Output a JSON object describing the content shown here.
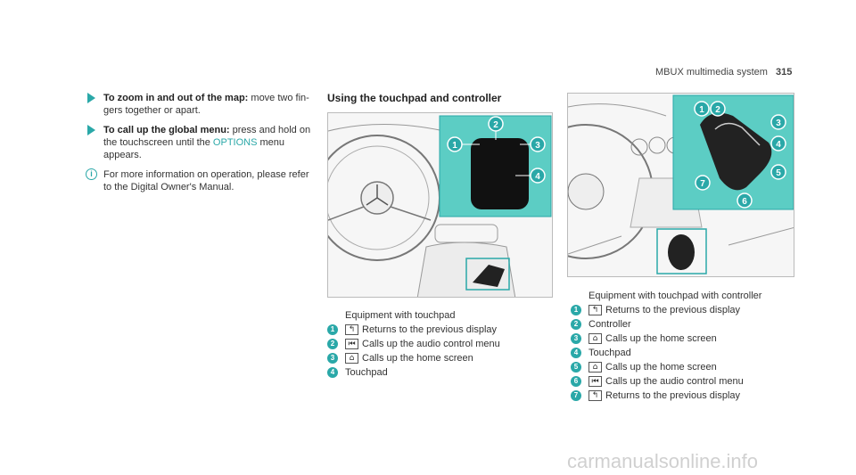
{
  "header": {
    "title": "MBUX multimedia system",
    "page": "315"
  },
  "steps": [
    {
      "bold": "To zoom in and out of the map:",
      "text": " move two fin- gers together or apart."
    },
    {
      "bold": "To call up the global menu:",
      "text_before": " press and hold on the touchscreen until the ",
      "highlight": "OPTIONS",
      "text_after": " menu appears."
    }
  ],
  "info": {
    "icon": "info-icon",
    "text": "For more information on operation, please refer to the Digital Owner's Manual."
  },
  "section_heading": "Using the touchpad and controller",
  "figure1": {
    "callouts": [
      "1",
      "2",
      "3",
      "4"
    ],
    "caption": "Equipment with touchpad",
    "items": [
      {
        "num": "1",
        "symbol": "↰",
        "text": "Returns to the previous display"
      },
      {
        "num": "2",
        "symbol": "⏮",
        "text": "Calls up the audio control menu"
      },
      {
        "num": "3",
        "symbol": "⌂",
        "text": "Calls up the home screen"
      },
      {
        "num": "4",
        "symbol": "",
        "text": "Touchpad"
      }
    ]
  },
  "figure2": {
    "callouts": [
      "1",
      "2",
      "3",
      "4",
      "5",
      "6",
      "7"
    ],
    "caption": "Equipment with touchpad with controller",
    "items": [
      {
        "num": "1",
        "symbol": "↰",
        "text": "Returns to the previous display"
      },
      {
        "num": "2",
        "symbol": "",
        "text": "Controller"
      },
      {
        "num": "3",
        "symbol": "⌂",
        "text": "Calls up the home screen"
      },
      {
        "num": "4",
        "symbol": "",
        "text": "Touchpad"
      },
      {
        "num": "5",
        "symbol": "⌂",
        "text": "Calls up the home screen"
      },
      {
        "num": "6",
        "symbol": "⏮",
        "text": "Calls up the audio control menu"
      },
      {
        "num": "7",
        "symbol": "↰",
        "text": "Returns to the previous display"
      }
    ]
  },
  "watermark": "carmanualsonline.info",
  "colors": {
    "accent": "#2aa8a8",
    "callout_bg": "#5ccdc4"
  }
}
